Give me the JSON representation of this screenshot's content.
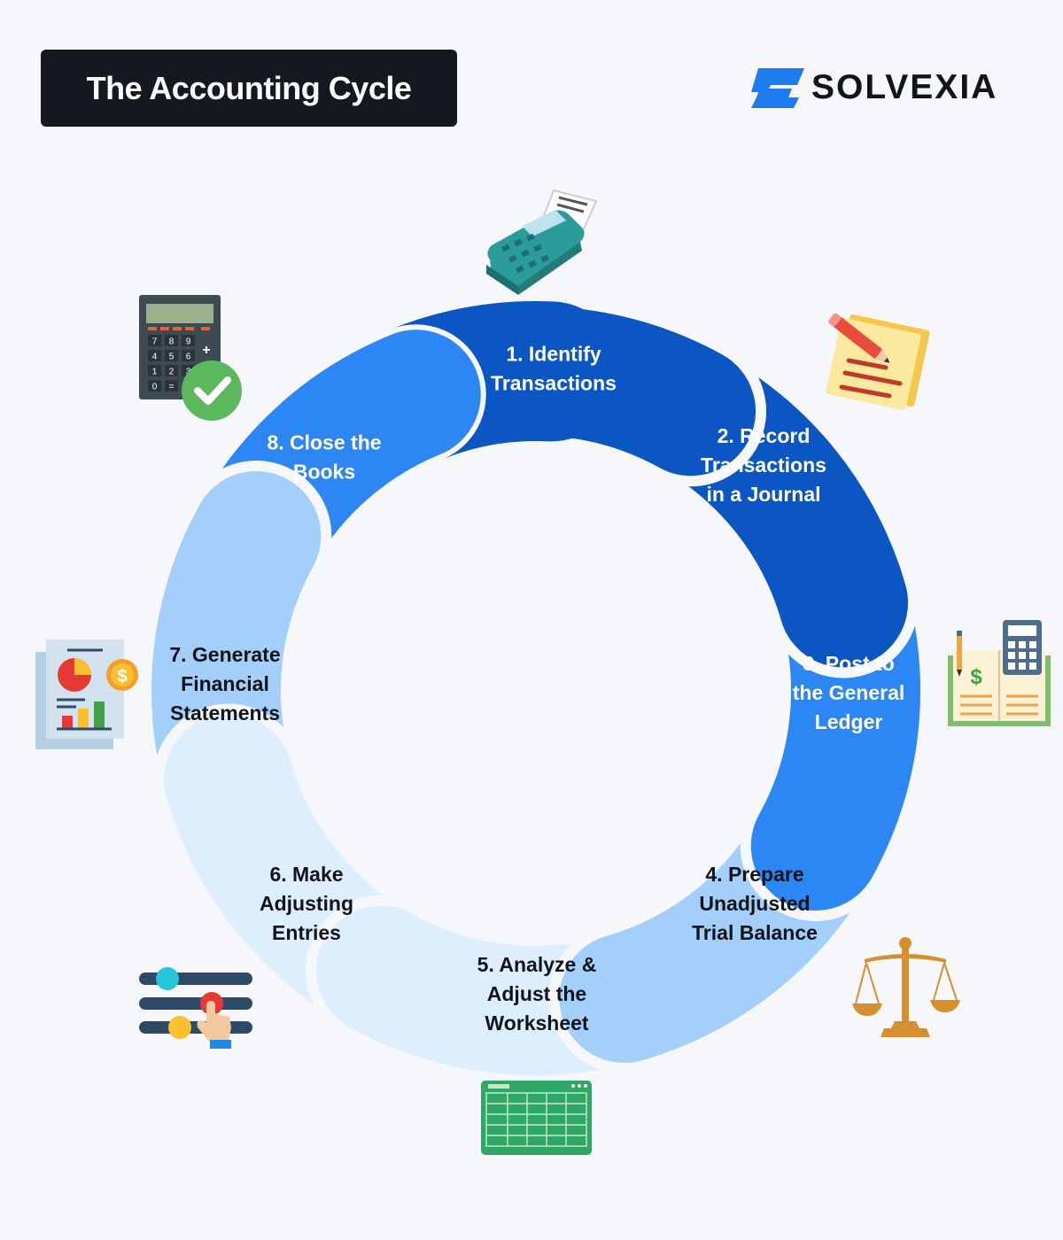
{
  "title": "The Accounting Cycle",
  "brand": {
    "name": "SOLVEXIA",
    "color": "#1d7bf0"
  },
  "steps": [
    {
      "lines": [
        "1. Identify",
        "Transactions"
      ],
      "color": "#0c56c4",
      "text_color": "#ffffff",
      "icon": "card-terminal-icon"
    },
    {
      "lines": [
        "2. Record",
        "Transactions",
        "in a Journal"
      ],
      "color": "#0c56c4",
      "text_color": "#ffffff",
      "icon": "notepad-pencil-icon"
    },
    {
      "lines": [
        "3. Post to",
        "the General",
        "Ledger"
      ],
      "color": "#2c86f3",
      "text_color": "#ffffff",
      "icon": "ledger-book-calculator-icon"
    },
    {
      "lines": [
        "4. Prepare",
        "Unadjusted",
        "Trial Balance"
      ],
      "color": "#a4cffb",
      "text_color": "#111418",
      "icon": "balance-scale-icon"
    },
    {
      "lines": [
        "5. Analyze &",
        "Adjust the",
        "Worksheet"
      ],
      "color": "#dceeff",
      "text_color": "#111418",
      "icon": "spreadsheet-icon"
    },
    {
      "lines": [
        "6. Make",
        "Adjusting",
        "Entries"
      ],
      "color": "#dceeff",
      "text_color": "#111418",
      "icon": "slider-adjust-icon"
    },
    {
      "lines": [
        "7. Generate",
        "Financial",
        "Statements"
      ],
      "color": "#a4cffb",
      "text_color": "#111418",
      "icon": "financial-report-icon"
    },
    {
      "lines": [
        "8. Close the",
        "Books"
      ],
      "color": "#2c86f3",
      "text_color": "#ffffff",
      "icon": "calculator-check-icon"
    }
  ],
  "calculator_keys": [
    "7",
    "8",
    "9",
    "4",
    "5",
    "6",
    "1",
    "2",
    "3",
    "0",
    "="
  ]
}
